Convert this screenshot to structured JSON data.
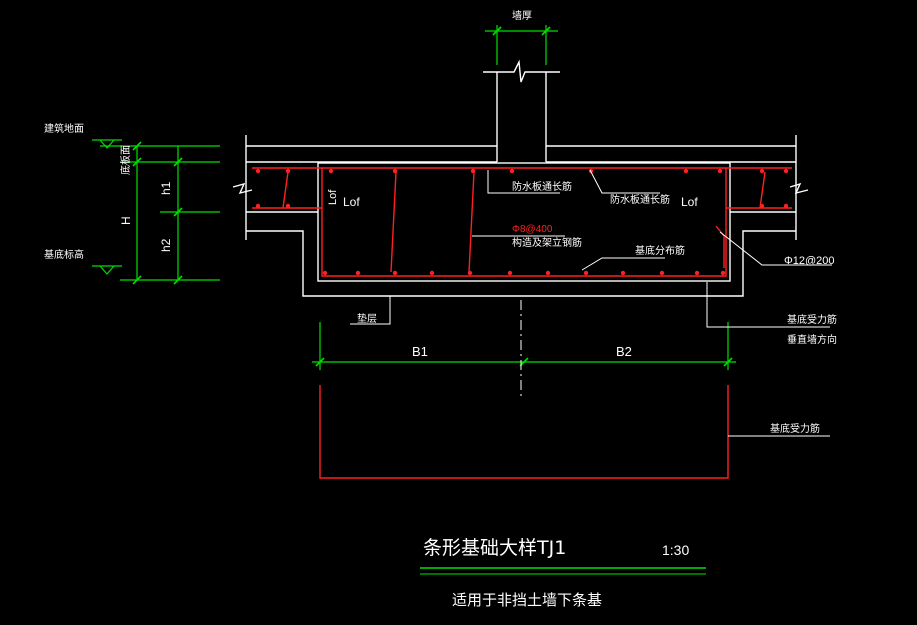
{
  "colors": {
    "background": "#000000",
    "concrete_outline": "#ffffff",
    "rebar": "#ff2020",
    "dimension": "#00e000"
  },
  "labels": {
    "wall_thickness": "墙厚",
    "ground_level": "建筑地面",
    "slab_top": "底板面",
    "foundation_bottom": "基底标高",
    "waterproof_slab_bar_1": "防水板通长筋",
    "waterproof_slab_bar_2": "防水板通长筋",
    "rebar_spec_red": "Φ8@400",
    "rebar_spec_white": "构造及架立钢筋",
    "bottom_distribution_bar": "基底分布筋",
    "stirrup_spec": "Φ12@200",
    "bedding": "垫层",
    "bottom_main_bar": "基底受力筋",
    "perpendicular_to_wall": "垂直墙方向",
    "bottom_main_bar_2": "基底受力筋",
    "lof_left_vertical": "Lof",
    "lof_left": "Lof",
    "lof_right": "Lof"
  },
  "dimensions": {
    "h1": "h1",
    "h2": "h2",
    "H": "H",
    "B1": "B1",
    "B2": "B2"
  },
  "title": {
    "main": "条形基础大样TJ1",
    "scale": "1:30",
    "subtitle": "适用于非挡土墙下条基"
  }
}
